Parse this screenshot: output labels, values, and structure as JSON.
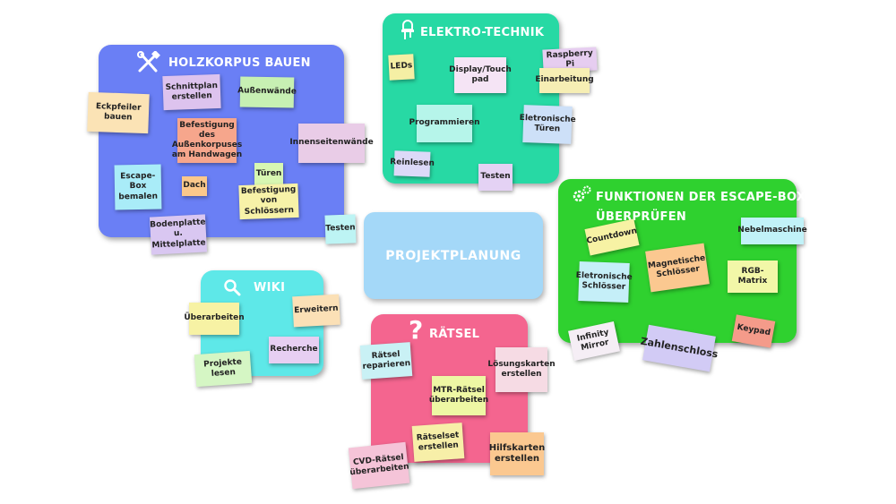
{
  "center": {
    "label": "PROJEKTPLANUNG"
  },
  "holz": {
    "title": "HOLZKORPUS BAUEN",
    "notes": [
      "Eckpfeiler bauen",
      "Schnittplan erstellen",
      "Außenwände",
      "Befestigung des Außenkorpuses am Handwagen",
      "Innenseitenwände",
      "Escape-Box bemalen",
      "Dach",
      "Türen",
      "Befestigung von Schlössern",
      "Bodenplatte u. Mittelplatte",
      "Testen"
    ]
  },
  "elektro": {
    "title": "ELEKTRO-TECHNIK",
    "notes": [
      "LEDs",
      "Display/Touch pad",
      "Raspberry Pi",
      "Einarbeitung",
      "Programmieren",
      "Eletronische Türen",
      "Reinlesen",
      "Testen"
    ]
  },
  "funktionen": {
    "title_line1": "FUNKTIONEN DER ESCAPE-BOX",
    "title_line2": "ÜBERPRÜFEN",
    "notes": [
      "Countdown",
      "Nebelmaschine",
      "Magnetische Schlösser",
      "Eletronische Schlösser",
      "RGB-Matrix",
      "Infinity Mirror",
      "Zahlenschloss",
      "Keypad"
    ]
  },
  "wiki": {
    "title": "WIKI",
    "notes": [
      "Überarbeiten",
      "Erweitern",
      "Recherche",
      "Projekte lesen"
    ]
  },
  "raetsel": {
    "title": "RÄTSEL",
    "notes": [
      "Rätsel reparieren",
      "Lösungskarten erstellen",
      "MTR-Rätsel überarbeiten",
      "Rätselset erstellen",
      "Hilfskarten erstellen",
      "CVD-Rätsel überarbeiten"
    ]
  },
  "colors": {
    "holz": "#6a7ff5",
    "elektro": "#27d9a4",
    "funktionen": "#2fd12f",
    "wiki": "#5ee8e8",
    "raetsel": "#f4658f",
    "center": "#a4d8f8"
  }
}
